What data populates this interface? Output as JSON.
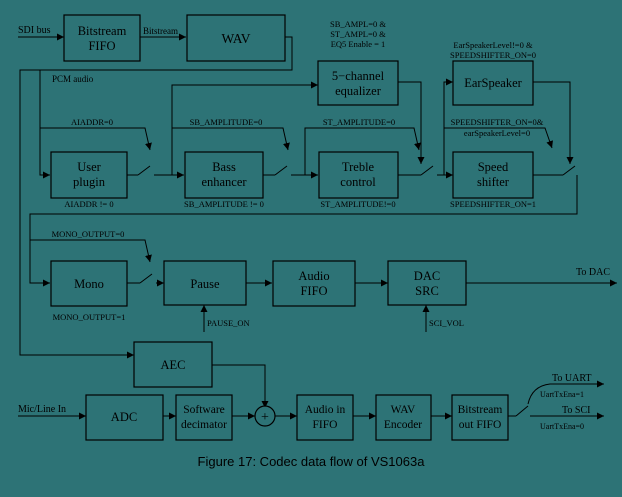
{
  "caption": "Figure 17: Codec data flow of VS1063a",
  "blocks": {
    "bitstream_fifo": [
      "Bitstream",
      "FIFO"
    ],
    "wav": [
      "WAV"
    ],
    "equalizer": [
      "5−channel",
      "equalizer"
    ],
    "earspeaker": [
      "EarSpeaker"
    ],
    "user_plugin": [
      "User",
      "plugin"
    ],
    "bass_enhancer": [
      "Bass",
      "enhancer"
    ],
    "treble_control": [
      "Treble",
      "control"
    ],
    "speed_shifter": [
      "Speed",
      "shifter"
    ],
    "mono": [
      "Mono"
    ],
    "pause": [
      "Pause"
    ],
    "audio_fifo": [
      "Audio",
      "FIFO"
    ],
    "dac_src": [
      "DAC",
      "SRC"
    ],
    "aec": [
      "AEC"
    ],
    "adc": [
      "ADC"
    ],
    "software_decimator": [
      "Software",
      "decimator"
    ],
    "audio_in_fifo": [
      "Audio in",
      "FIFO"
    ],
    "wav_encoder": [
      "WAV",
      "Encoder"
    ],
    "bitstream_out_fifo": [
      "Bitstream",
      "out FIFO"
    ],
    "adder": "+"
  },
  "labels": {
    "sdi_bus": "SDI bus",
    "bitstream": "Bitstream",
    "pcm_audio": "PCM audio",
    "eq_condition": [
      "SB_AMPL=0 &",
      "ST_AMPL=0 &",
      "EQ5 Enable = 1"
    ],
    "earspeaker_condition": [
      "EarSpeakerLevel!=0 &",
      "SPEEDSHIFTER_ON=0"
    ],
    "aiaddr_zero": "AIADDR=0",
    "aiaddr_nonzero": "AIADDR != 0",
    "sb_amplitude_zero": "SB_AMPLITUDE=0",
    "sb_amplitude_nonzero": "SB_AMPLITUDE != 0",
    "st_amplitude_zero": "ST_AMPLITUDE=0",
    "st_amplitude_nonzero": "ST_AMPLITUDE!=0",
    "speedshifter_condition": [
      "SPEEDSHIFTER_ON=0&",
      "earSpeakerLevel=0"
    ],
    "speedshifter_on": "SPEEDSHIFTER_ON=1",
    "mono_output_zero": "MONO_OUTPUT=0",
    "mono_output_one": "MONO_OUTPUT=1",
    "to_dac": "To DAC",
    "pause_on": "PAUSE_ON",
    "sci_vol": "SCI_VOL",
    "mic_line_in": "Mic/Line In",
    "to_uart": "To UART",
    "uart_txena_1": "UartTxEna=1",
    "to_sci": "To SCI",
    "uart_txena_0": "UartTxEna=0"
  }
}
